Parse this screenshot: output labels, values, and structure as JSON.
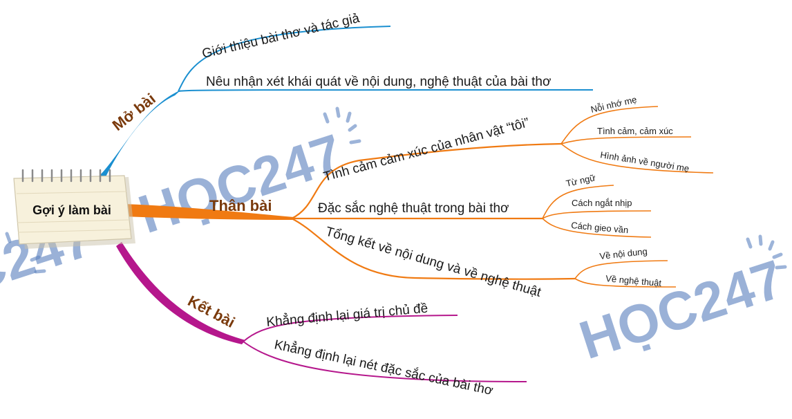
{
  "central": {
    "label": "Gợi ý làm bài"
  },
  "watermark": {
    "text": "HỌC247"
  },
  "colors": {
    "mo_bai": "#1a8fd0",
    "than_bai": "#f07a12",
    "ket_bai": "#b5178c",
    "branch_text": "#7a3a0c",
    "watermark": "#5d83c0"
  },
  "branches": {
    "mo_bai": {
      "label": "Mở bài",
      "items": [
        "Giới thiệu bài thơ và tác giả",
        "Nêu nhận xét khái quát về nội dung, nghệ thuật của bài thơ"
      ]
    },
    "than_bai": {
      "label": "Thân bài",
      "topics": [
        {
          "label": "Tình cảm cảm xúc của nhân vật “tôi”",
          "items": [
            "Nỗi nhớ mẹ",
            "Tình cảm, cảm xúc",
            "Hình ảnh về người mẹ"
          ]
        },
        {
          "label": "Đặc sắc nghệ thuật trong bài thơ",
          "items": [
            "Từ ngữ",
            "Cách ngắt nhịp",
            "Cách gieo vần"
          ]
        },
        {
          "label": "Tổng kết về nội dung và về nghệ thuật",
          "items": [
            "Về nội dung",
            "Về nghệ thuật"
          ]
        }
      ]
    },
    "ket_bai": {
      "label": "Kết bài",
      "items": [
        "Khẳng định lại giá trị chủ đề",
        "Khẳng định lại nét đặc sắc của bài thơ"
      ]
    }
  }
}
